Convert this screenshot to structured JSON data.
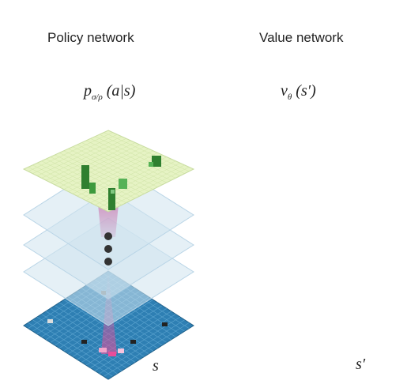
{
  "policy": {
    "title": "Policy network",
    "output_symbol": "p",
    "output_subscript": "σ/ρ",
    "output_args": "(a|s)",
    "input_label": "s"
  },
  "value": {
    "title": "Value network",
    "output_symbol": "v",
    "output_subscript": "θ",
    "output_args": "(s′)",
    "input_label": "s′"
  },
  "colors": {
    "board": "#2e7fb3",
    "board_grid": "#5aa3cf",
    "hidden_layer": "#cfe3ef",
    "policy_output": "#e6f3c4",
    "value_output": "#e79ac3",
    "highlight": "#e84d9a",
    "bars": "#2f7f2f",
    "dots": "#333333"
  },
  "structure": {
    "hidden_layers_per_network": 3,
    "ellipsis_dots": 3
  }
}
